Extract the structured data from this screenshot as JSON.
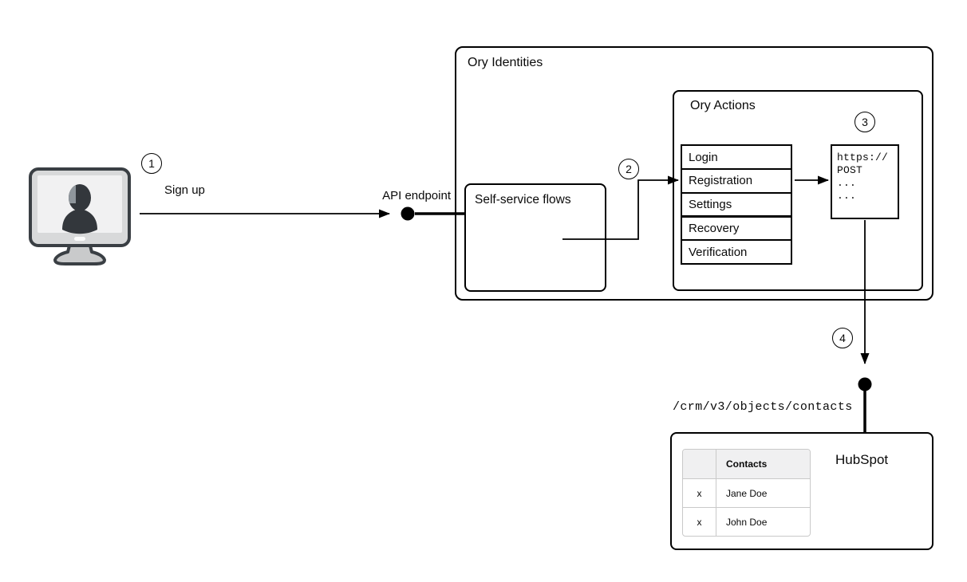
{
  "steps": {
    "one": "1",
    "two": "2",
    "three": "3",
    "four": "4"
  },
  "labels": {
    "sign_up": "Sign up",
    "api_endpoint": "API endpoint",
    "crm_path": "/crm/v3/objects/contacts"
  },
  "ory": {
    "title": "Ory Identities",
    "self_service_title": "Self-service flows",
    "actions": {
      "title": "Ory Actions",
      "flows": [
        "Login",
        "Registration",
        "Settings",
        "Recovery",
        "Verification"
      ],
      "code_lines": [
        "https://",
        "POST",
        "...",
        "..."
      ]
    }
  },
  "hubspot": {
    "title": "HubSpot",
    "table": {
      "header": "Contacts",
      "rows": [
        {
          "mark": "x",
          "name": "Jane Doe"
        },
        {
          "mark": "x",
          "name": "John Doe"
        }
      ]
    }
  },
  "icons": {
    "user_terminal": "user-terminal-icon"
  },
  "colors": {
    "stroke": "#000000",
    "table_border": "#c9c9c9",
    "table_header_bg": "#f0f0f1",
    "monitor_body": "#d8d9da",
    "monitor_screen": "#f1f1f2",
    "silhouette": "#33373c"
  }
}
